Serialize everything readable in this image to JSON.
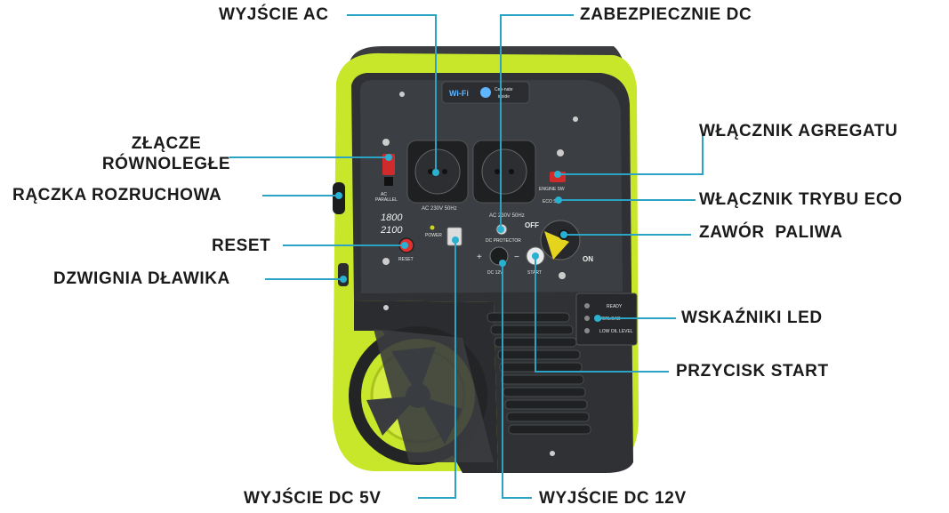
{
  "colors": {
    "body_green": "#c8e62a",
    "panel_dark": "#3b3e42",
    "leader_line": "#2aa3c4",
    "dot": "#2ab0d0",
    "label_text": "#1a1a1a"
  },
  "labels": {
    "ac_out": "WYJŚCIE AC",
    "dc_fuse": "ZABEZPIECZNIE DC",
    "parallel_1": "ZŁĄCZE",
    "parallel_2": "RÓWNOLEGŁE",
    "recoil": "RĄCZKA ROZRUCHOWA",
    "reset": "RESET",
    "choke": "DZWIGNIA DŁAWIKA",
    "main_switch": "WŁĄCZNIK AGREGATU",
    "eco_switch": "WŁĄCZNIK TRYBU ECO",
    "fuel_valve": "ZAWÓR  PALIWA",
    "led": "WSKAŹNIKI LED",
    "start_btn": "PRZYCISK START",
    "dc5v": "WYJŚCIE DC 5V",
    "dc12v": "WYJŚCIE DC 12V"
  },
  "panel_text": {
    "wifi": "Wi-Fi",
    "connect_1": "Cen-nate",
    "connect_2": "inside",
    "ac_parallel_1": "AC",
    "ac_parallel_2": "PARALLEL",
    "ac_rating_1": "AC 230V 50Hz",
    "ac_rating_2": "AC 230V 50Hz",
    "power_1": "1800",
    "power_2": "2100",
    "reset": "RESET",
    "power": "POWER",
    "on": "ON",
    "off": "OFF",
    "engine_sw": "ENGINE SW",
    "eco_sw": "ECO SW",
    "dc_protector": "DC PROTECTOR",
    "dc_12v": "DC 12V",
    "start": "START",
    "plus": "+",
    "minus": "−",
    "led_ready": "READY",
    "led_overload": "OVERLOAD",
    "led_oil": "LOW OIL LEVEL"
  }
}
